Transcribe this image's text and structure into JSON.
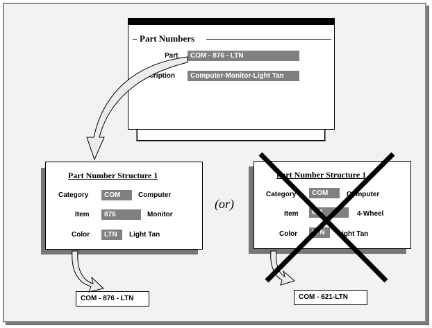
{
  "top_window": {
    "group_title": "Part Numbers",
    "part_label": "Part",
    "part_value": "COM - 876 - LTN",
    "description_label": "Description",
    "description_value": "Computer-Monitor-Light   Tan"
  },
  "left_structure": {
    "title": "Part Number Structure 1",
    "rows": [
      {
        "label": "Category",
        "code": "COM",
        "meaning": "Computer"
      },
      {
        "label": "Item",
        "code": "876",
        "meaning": "Monitor"
      },
      {
        "label": "Color",
        "code": "LTN",
        "meaning": "Light Tan"
      }
    ],
    "result": "COM - 876 - LTN"
  },
  "separator": "(or)",
  "right_structure": {
    "title": "Part Number Structure 1",
    "rows": [
      {
        "label": "Category",
        "code": "COM",
        "meaning": "Computer"
      },
      {
        "label": "Item",
        "code": "621",
        "meaning": "4-Wheel"
      },
      {
        "label": "Color",
        "code": "LTN",
        "meaning": "Light Tan"
      }
    ],
    "result": "COM - 621-LTN",
    "crossed_out": true
  },
  "colors": {
    "field_fill": "#808080",
    "shadow": "#777777",
    "background": "#f2f2f2"
  }
}
